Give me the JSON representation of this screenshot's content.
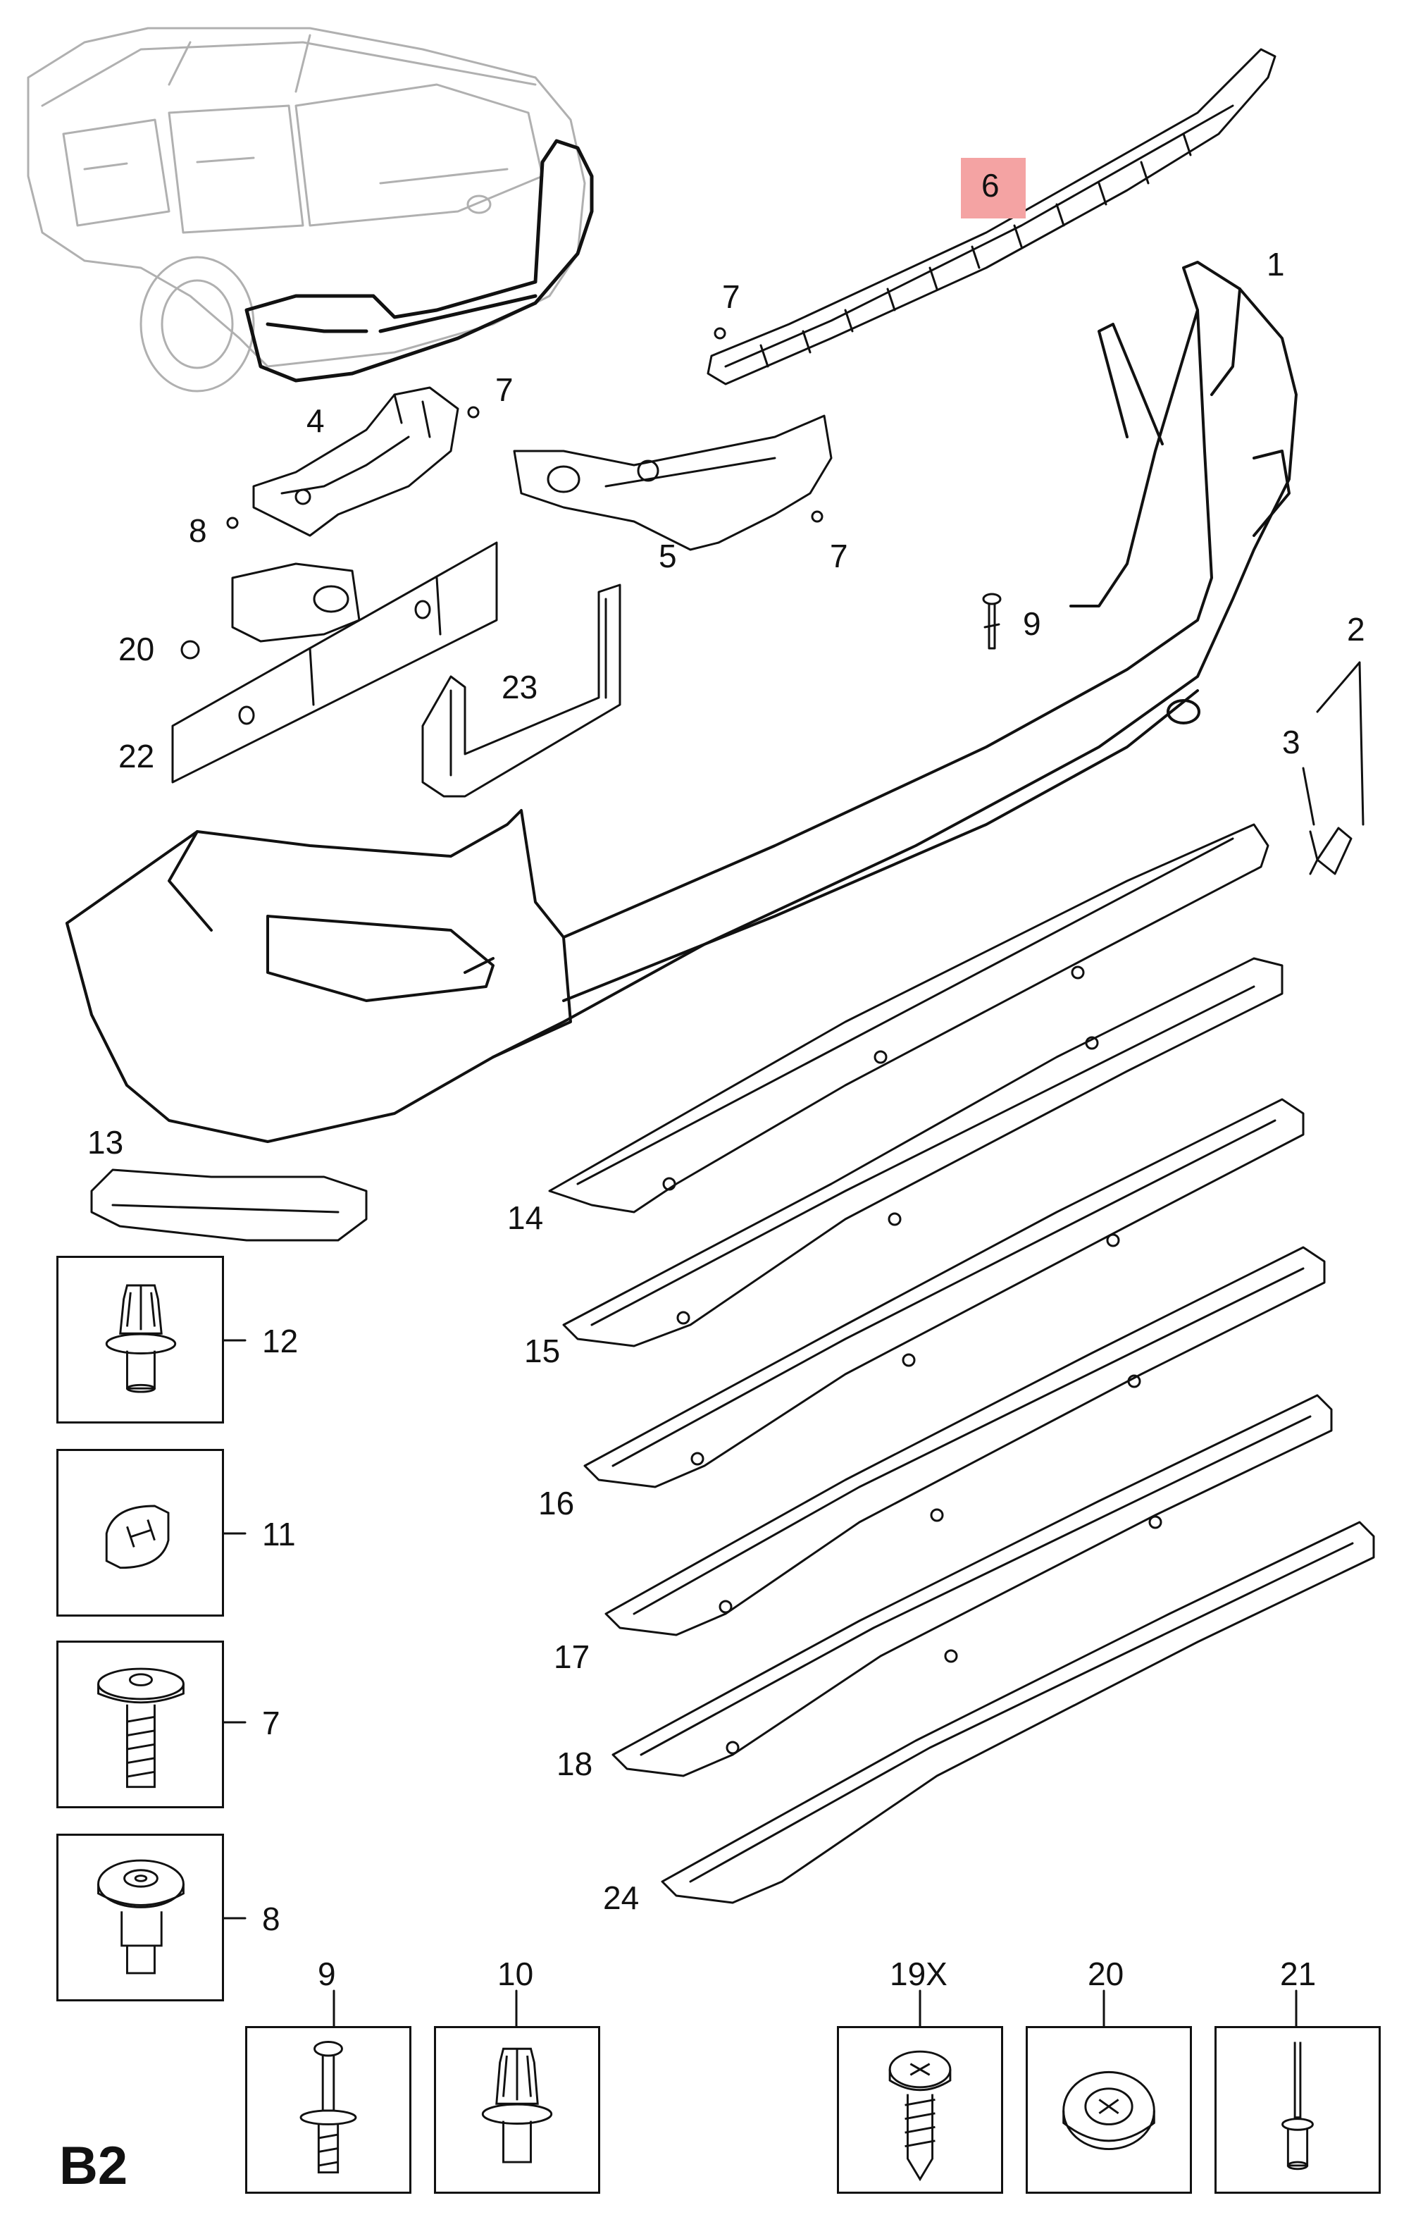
{
  "diagram": {
    "code": "B2",
    "highlighted_part": "6",
    "highlight_color": "#f4a3a3",
    "callouts": {
      "p1": "1",
      "p2": "2",
      "p3": "3",
      "p4": "4",
      "p5": "5",
      "p6": "6",
      "p7a": "7",
      "p7b": "7",
      "p7c": "7",
      "p8": "8",
      "p9": "9",
      "p13": "13",
      "p14": "14",
      "p15": "15",
      "p16": "16",
      "p17": "17",
      "p18": "18",
      "p20": "20",
      "p22": "22",
      "p23": "23",
      "p24": "24"
    },
    "fastener_boxes": {
      "left": [
        {
          "id": "b12",
          "label": "12",
          "icon": "push-clip-icon"
        },
        {
          "id": "b11",
          "label": "11",
          "icon": "spring-nut-icon"
        },
        {
          "id": "b7",
          "label": "7",
          "icon": "flange-screw-icon"
        },
        {
          "id": "b8",
          "label": "8",
          "icon": "plastic-rivet-icon"
        }
      ],
      "bottom": [
        {
          "id": "b9",
          "label": "9",
          "icon": "expansion-rivet-icon"
        },
        {
          "id": "b10",
          "label": "10",
          "icon": "push-clip-icon"
        },
        {
          "id": "b19x",
          "label": "19X",
          "icon": "tapping-screw-icon"
        },
        {
          "id": "b20",
          "label": "20",
          "icon": "speed-nut-icon"
        },
        {
          "id": "b21",
          "label": "21",
          "icon": "blind-rivet-icon"
        }
      ]
    }
  }
}
